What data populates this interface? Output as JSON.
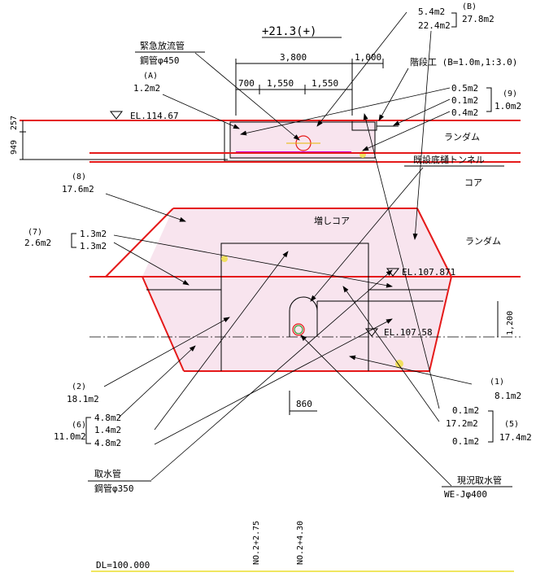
{
  "section": {
    "title": "+21.3(+)"
  },
  "labels": {
    "b_top": "5.4m2",
    "b_mid": "22.4m2",
    "b_tag": "(B)",
    "b_total": "27.8m2",
    "emergency_pipe_1": "緊急放流管",
    "emergency_pipe_2": "鋼管φ450",
    "a_tag": "(A)",
    "a_area": "1.2m2",
    "step_work": "階段工 (B=1.0m,1:3.0)",
    "s9_a": "0.5m2",
    "s9_b": "0.1m2",
    "s9_c": "0.4m2",
    "s9_tag": "(9)",
    "s9_total": "1.0m2",
    "el_top": "EL.114.67",
    "random_upper": "ランダム",
    "existing_tunnel": "既設底樋トンネル",
    "core": "コア",
    "s8_tag": "(8)",
    "s8_area": "17.6m2",
    "added_core": "増しコア",
    "s7_tag": "(7)",
    "s7_total": "2.6m2",
    "s7_a": "1.3m2",
    "s7_b": "1.3m2",
    "random_lower": "ランダム",
    "el_mid": "EL.107.871",
    "el_low": "EL.107.58",
    "s1_tag": "(1)",
    "s1_area": "8.1m2",
    "s2_tag": "(2)",
    "s2_area": "18.1m2",
    "s6_tag": "(6)",
    "s6_total": "11.0m2",
    "s6_a": "4.8m2",
    "s6_b": "1.4m2",
    "s6_c": "4.8m2",
    "s5_a": "0.1m2",
    "s5_b": "17.2m2",
    "s5_c": "0.1m2",
    "s5_tag": "(5)",
    "s5_total": "17.4m2",
    "intake_pipe_1": "取水管",
    "intake_pipe_2": "鋼管φ350",
    "current_intake_1": "現況取水管",
    "current_intake_2": "WE-Jφ400",
    "station_1": "NO.2+2.75",
    "station_2": "NO.2+4.30",
    "datum": "DL=100.000"
  },
  "dims": {
    "total_width": "3,800",
    "step_width": "1,000",
    "seg_1": "700",
    "seg_2": "1,550",
    "seg_3": "1,550",
    "left_upper": "257",
    "left_lower": "949",
    "height_right": "1,200",
    "width_bottom": "860"
  }
}
